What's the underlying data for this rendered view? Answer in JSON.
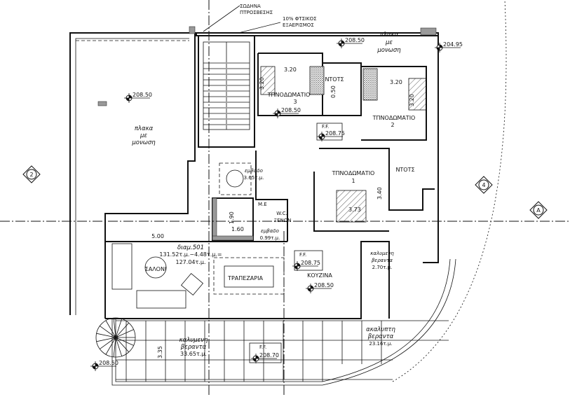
{
  "notes": {
    "hydrant_1": "ΣΩΔΗΝΑ",
    "hydrant_2": "ΠΤΡΟΣΒΕΣΗΣ",
    "vent_1": "10% ΦΤΣΙΚΟΣ",
    "vent_2": "ΕΞΑΕΡΙΣΜΟΣ"
  },
  "slab": {
    "l1": "πλακα",
    "l2": "με",
    "l3": "μονωση"
  },
  "levels": {
    "top": "208.50",
    "corner": "204.95",
    "bed3": "208.50",
    "ff_hall": "F.F.",
    "ff_hall_v": "208.75",
    "terrace_left": "208.50",
    "ff_kitchen": "F.F.",
    "ff_kitchen_v": "208.75",
    "kitchen": "208.50",
    "ff_veranda": "F.F.",
    "ff_veranda_v": "208.70",
    "stair": "208.50"
  },
  "rooms": {
    "bed3": {
      "name": "ΤΠΝΟΔΩΜΑΤΙΟ",
      "num": "3",
      "dim_w": "3.20",
      "dim_h": "3.20"
    },
    "bath1": "ΝΤΟΤΣ",
    "bath_dim": "0.50",
    "bed2": {
      "name": "ΤΠΝΟΔΩΜΑΤΙΟ",
      "num": "2",
      "dim_w": "3.20",
      "dim_h": "3.20"
    },
    "closet": {
      "l1": "εμβαδο",
      "l2": "3.65τ.μ."
    },
    "bed1": {
      "name": "ΤΠΝΟΔΩΜΑΤΙΟ",
      "num": "1",
      "dim_w": "3.73",
      "dim_h": "3.40"
    },
    "bath2": "ΝΤΟΤΣ",
    "me": "M.E",
    "wc": {
      "l1": "W.C.",
      "l2": "ΞΕΝΩΝ"
    },
    "lift": {
      "w": "1.60",
      "h": "1.90"
    },
    "wc_area": {
      "l1": "εμβαδο",
      "l2": "0.99τ.μ."
    },
    "living_dim": "5.00",
    "apartment": {
      "l1": "διαμ.501",
      "l2": "131.52τ.μ.−4.48τ.μ.=",
      "l3": "127.04τ.μ."
    },
    "living": "ΣΑΛΟΝΙ",
    "dining": "ΤΡΑΠΕΖΑΡΙΑ",
    "kitchen": "ΚΟΥΖΙΝΑ",
    "veranda_small": {
      "l1": "καλυμενη",
      "l2": "βεραντα",
      "l3": "2.70τ.μ."
    },
    "veranda_covered": {
      "l1": "καλυμενη",
      "l2": "βεραντα",
      "l3": "33.65τ.μ.",
      "dim": "3.35"
    },
    "veranda_open": {
      "l1": "ακαλυπτη",
      "l2": "βεραντα",
      "l3": "23.16τ.μ."
    }
  },
  "grid": {
    "g2": "2",
    "g4": "4",
    "gA": "A"
  }
}
